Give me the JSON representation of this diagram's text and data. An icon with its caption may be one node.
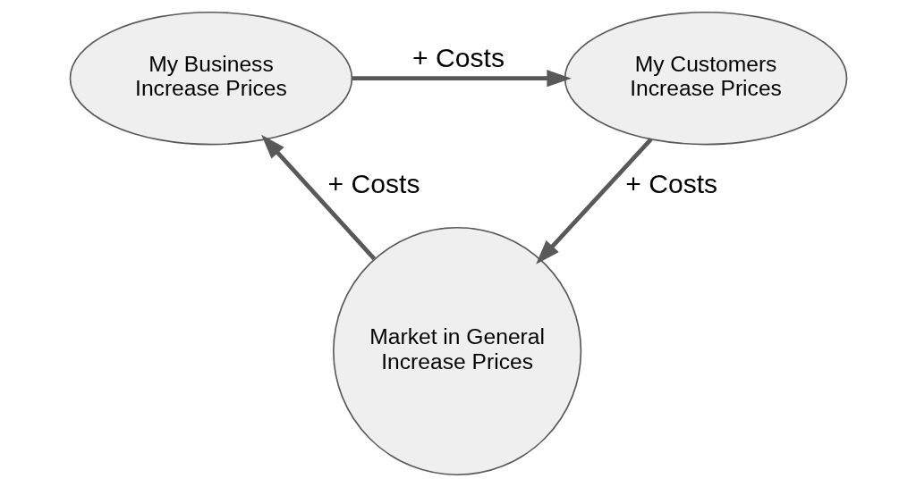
{
  "diagram": {
    "nodes": [
      {
        "text": [
          "My Business",
          "Increase Prices"
        ]
      },
      {
        "text": [
          "My Customers",
          "Increase Prices"
        ]
      },
      {
        "text": [
          "Market in General",
          "Increase Prices"
        ]
      }
    ],
    "edges": [
      {
        "from": 0,
        "to": 1,
        "arrow": "to",
        "label": "+ Costs"
      },
      {
        "from": 1,
        "to": 2,
        "arrow": "to",
        "label": "+ Costs"
      },
      {
        "from": 2,
        "to": 0,
        "arrow": "to",
        "label": "+ Costs"
      }
    ]
  }
}
